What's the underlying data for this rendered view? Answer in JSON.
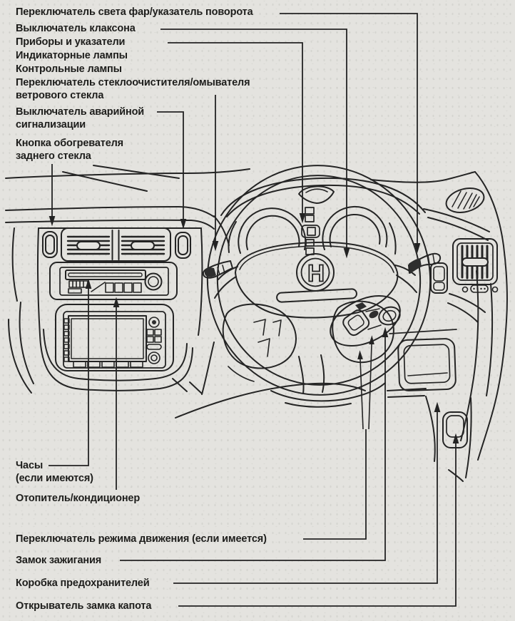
{
  "figure_labels": {
    "headlight_turn": "Переключатель света фар/указатель поворота",
    "horn": "Выключатель клаксона",
    "instruments": "Приборы и указатели",
    "indicator_lamps": "Индикаторные лампы",
    "warning_lamps": "Контрольные лампы",
    "wiper": "Переключатель стеклоочистителя/омывателя\nветрового стекла",
    "hazard": "Выключатель аварийной\nсигнализации",
    "defroster": "Кнопка обогревателя\nзаднего стекла",
    "clock": "Часы\n(если имеются)",
    "heater": "Отопитель/кондиционер",
    "drive_mode": "Переключатель режима движения (если имеется)",
    "ignition": "Замок зажигания",
    "fuse_box": "Коробка предохранителей",
    "hood_release": "Открыватель замка капота"
  },
  "figure": {
    "emblem_letter": "H"
  },
  "colors": {
    "paper": "#e4e3df",
    "ink": "#232323"
  }
}
